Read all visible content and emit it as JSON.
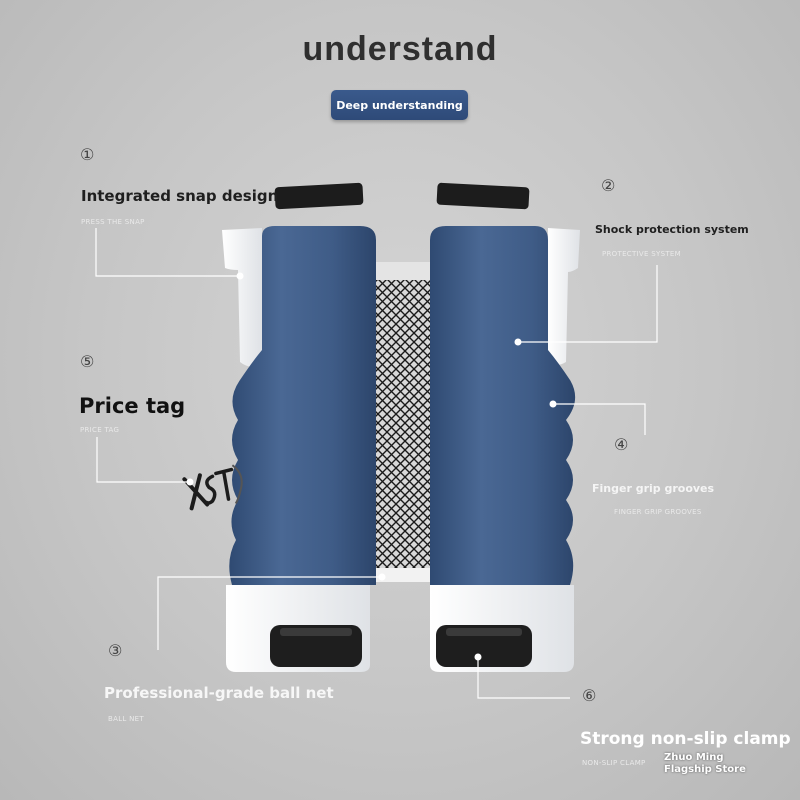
{
  "header": {
    "title": "understand",
    "badge": "Deep understanding"
  },
  "features": [
    {
      "number": "①",
      "title": "Integrated snap design",
      "subtitle": "PRESS THE SNAP"
    },
    {
      "number": "②",
      "title": "Shock protection system",
      "subtitle": "PROTECTIVE SYSTEM"
    },
    {
      "number": "③",
      "title": "Professional-grade ball net",
      "subtitle": "BALL NET"
    },
    {
      "number": "④",
      "title": "Finger grip grooves",
      "subtitle": "FINGER GRIP GROOVES"
    },
    {
      "number": "⑤",
      "title": "Price tag",
      "subtitle": "PRICE TAG"
    },
    {
      "number": "⑥",
      "title": "Strong non-slip clamp",
      "subtitle": "NON-SLIP CLAMP"
    }
  ],
  "watermark": {
    "store": "Zhuo Ming Flagship Store"
  },
  "colors": {
    "background": "#c6c6c6",
    "badge": "#34527f",
    "product_blue": "#3e5a85",
    "clamp_white": "#f2f3f5",
    "clamp_black": "#1e1e1e"
  },
  "icons": [
    "xst-logo-icon"
  ]
}
